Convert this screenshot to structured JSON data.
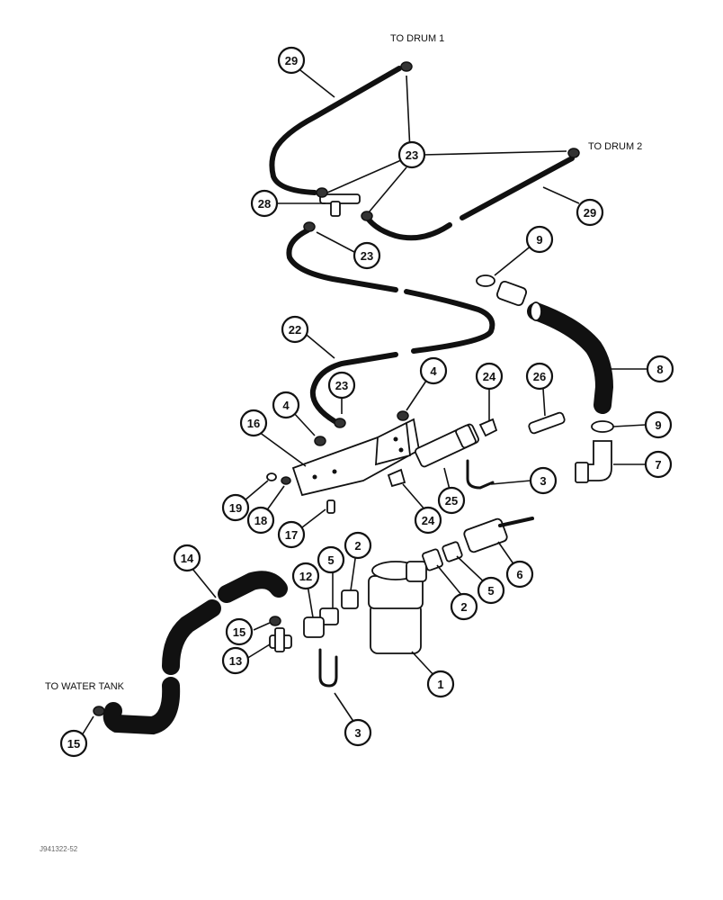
{
  "callouts": {
    "to_drum_1": "TO DRUM 1",
    "to_drum_2": "TO DRUM 2",
    "to_water_tank": "TO WATER TANK"
  },
  "figure_id": "J941322-52",
  "balloons": {
    "b29a": "29",
    "b29b": "29",
    "b23a": "23",
    "b23b": "23",
    "b23c": "23",
    "b28": "28",
    "b9a": "9",
    "b9b": "9",
    "b8": "8",
    "b22": "22",
    "b4a": "4",
    "b4b": "4",
    "b24a": "24",
    "b24b": "24",
    "b26": "26",
    "b16": "16",
    "b7": "7",
    "b3a": "3",
    "b3b": "3",
    "b25": "25",
    "b19": "19",
    "b18": "18",
    "b17": "17",
    "b14": "14",
    "b12": "12",
    "b5a": "5",
    "b5b": "5",
    "b2a": "2",
    "b2b": "2",
    "b6": "6",
    "b15a": "15",
    "b15b": "15",
    "b13": "13",
    "b1": "1"
  }
}
